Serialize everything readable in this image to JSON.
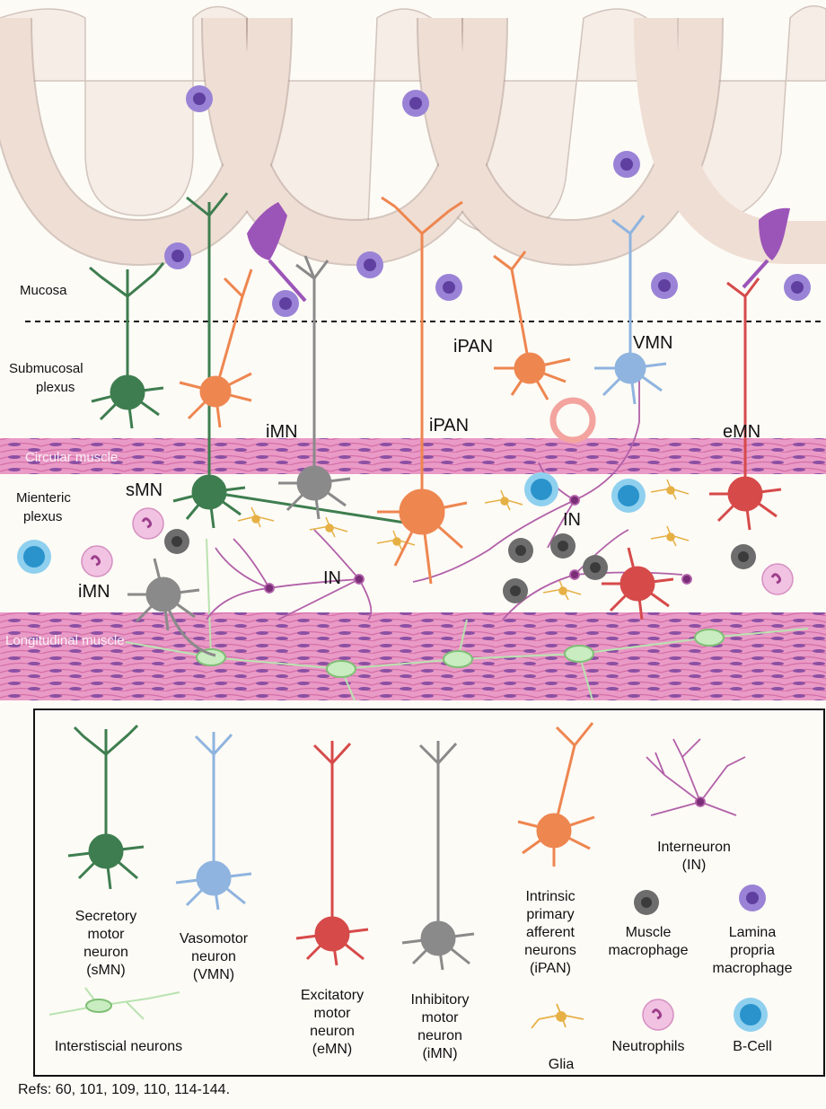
{
  "layers": {
    "mucosa": "Mucosa",
    "submucosal": [
      "Submucosal",
      "plexus"
    ],
    "circular_muscle": "Circular muscle",
    "myenteric": [
      "Mienteric",
      "plexus"
    ],
    "longitudinal_muscle": "Longitudinal muscle"
  },
  "neuron_labels": {
    "ipan_top": "iPAN",
    "vmn": "VMN",
    "ipan_mid": "iPAN",
    "imn_mid": "iMN",
    "emn": "eMN",
    "smn": "sMN",
    "in_right": "IN",
    "in_left": "IN",
    "imn_left": "iMN"
  },
  "legend": {
    "smn": [
      "Secretory",
      "motor",
      "neuron",
      "(sMN)"
    ],
    "vmn": [
      "Vasomotor",
      "neuron",
      "(VMN)"
    ],
    "emn": [
      "Excitatory",
      "motor",
      "neuron",
      "(eMN)"
    ],
    "imn": [
      "Inhibitory",
      "motor",
      "neuron",
      "(iMN)"
    ],
    "ipan": [
      "Intrinsic",
      "primary",
      "afferent",
      "neurons",
      "(iPAN)"
    ],
    "interneuron": [
      "Interneuron",
      "(IN)"
    ],
    "muscle_macrophage": [
      "Muscle",
      "macrophage"
    ],
    "lamina_macrophage": [
      "Lamina",
      "propria",
      "macrophage"
    ],
    "glia": "Glia",
    "neutrophils": "Neutrophils",
    "bcell": "B-Cell",
    "interstitial": "Interstiscial neurons"
  },
  "refs": "Refs: 60, 101, 109, 110,  114-144.",
  "colors": {
    "smn": "#3e7d4f",
    "vmn": "#8fb4df",
    "emn": "#d64a4a",
    "imn": "#8a8a8a",
    "ipan": "#ee8650",
    "interneuron": "#b160a8",
    "glia": "#e6b045",
    "muscle": "#e887bd",
    "epithelium": "#ecd9cf",
    "interstitial": "#b9e3b0",
    "lamina_macrophage": "#8d6fc8",
    "muscle_macrophage": "#6a6a6a",
    "neutrophil": "#e4a0d0",
    "bcell": "#3aa0d3"
  }
}
